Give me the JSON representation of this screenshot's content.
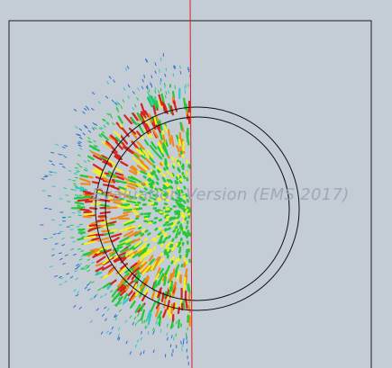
{
  "watermark": {
    "text": "Evaluation Version (EMS 2017)"
  },
  "colors": {
    "background": "#c4ccd6",
    "frame_line": "#1e1e1e",
    "symmetry_plane": "#e01e1e",
    "field_blue": "#2f6fd6",
    "field_cyan": "#31c9c0",
    "field_green": "#22c93a",
    "field_yellow": "#f1f11c",
    "field_orange": "#f08a17",
    "field_red": "#d6231e"
  },
  "icons": {
    "vector_field": "vector-field-plot",
    "symmetry_plane": "symmetry-plane-line"
  }
}
